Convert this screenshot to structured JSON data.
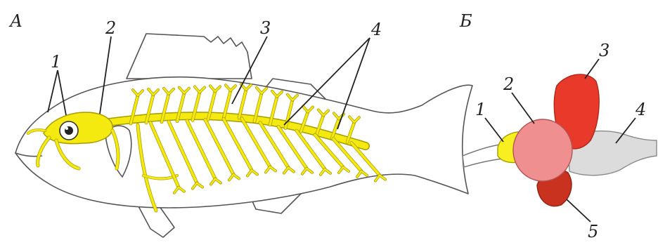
{
  "panels": {
    "a": {
      "letter": "А",
      "labels": [
        "1",
        "2",
        "3",
        "4"
      ]
    },
    "b": {
      "letter": "Б",
      "labels": [
        "1",
        "2",
        "3",
        "4",
        "5"
      ]
    }
  },
  "colors": {
    "nervous_system": "#f5ea10",
    "forebrain": "#f7ef1f",
    "midbrain": "#ef8f8f",
    "cerebellum": "#e8392a",
    "medulla": "#dcdcdc",
    "hypothalamus": "#c8321f"
  }
}
